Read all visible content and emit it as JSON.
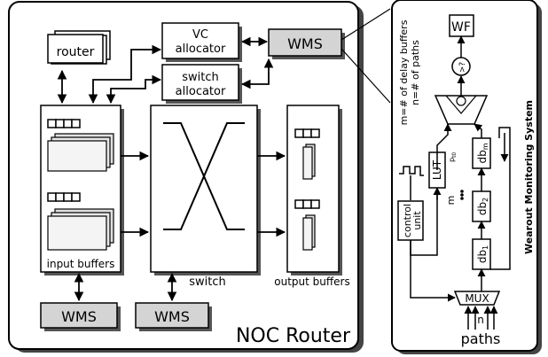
{
  "noc": {
    "title": "NOC Router",
    "router_label": "router",
    "vc_allocator_line1": "VC",
    "vc_allocator_line2": "allocator",
    "switch_allocator_line1": "switch",
    "switch_allocator_line2": "allocator",
    "wms_label": "WMS",
    "input_buffers_label": "input buffers",
    "switch_label": "switch",
    "output_buffers_label": "output buffers"
  },
  "wms_panel": {
    "title": "Wearout Monitoring System",
    "legend_line1": "m=# of delay buffers",
    "legend_line2": "n=# of paths",
    "wf_label": "WF",
    "compare_label": ">?",
    "xor_label": "⊕",
    "lut_label": "LUT",
    "lut_sub": "p",
    "lut_sub_index": "t0",
    "m_label": "m",
    "db_m": "db",
    "db_m_index": "m",
    "db_2": "db",
    "db_2_index": "2",
    "db_1": "db",
    "db_1_index": "1",
    "control_unit_line1": "control",
    "control_unit_line2": "unit",
    "mux_label": "MUX",
    "n_label": "n",
    "paths_label": "paths"
  },
  "colors": {
    "panel_fill": "#ffffff",
    "wms_fill": "#d4d4d4",
    "buffer_fill": "#e0e0e0",
    "stroke": "#000000",
    "shadow": "#555555"
  }
}
